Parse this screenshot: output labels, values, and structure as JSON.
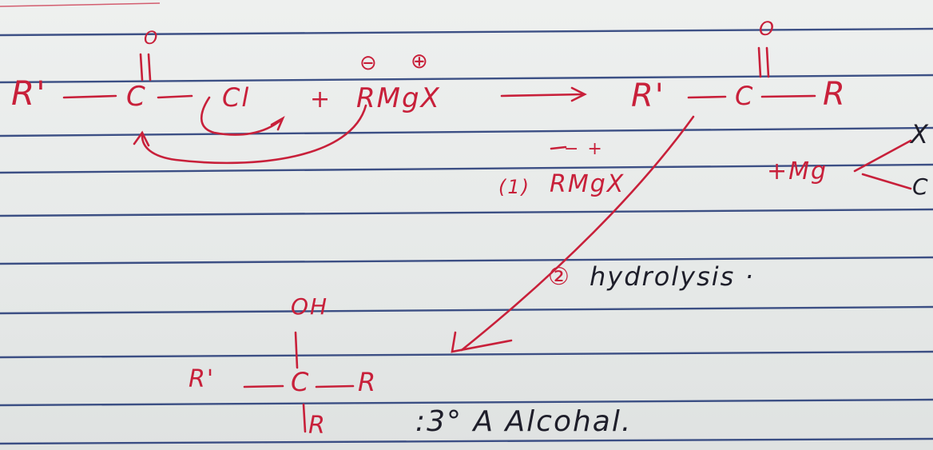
{
  "colors": {
    "ink_red": "#c8203a",
    "ink_dark": "#1e1e2a",
    "rule_blue": "#2a3f7a",
    "paper": "#e9ebea"
  },
  "reactant": {
    "r1": "R'",
    "carbon": "C",
    "oxygen": "O",
    "leaving": "Cl",
    "plus": "+",
    "grignard": "RMgX",
    "neg": "⊖",
    "pos": "⊕"
  },
  "arrow_label": "→",
  "product_ketone": {
    "r1": "R'",
    "carbon": "C",
    "oxygen": "O",
    "r": "R"
  },
  "byproduct": {
    "text": "+Mg",
    "x": "X",
    "cl": "C"
  },
  "step1": {
    "num": "(1)",
    "reagent": "RMgX",
    "charges": "− +"
  },
  "step2": {
    "num": "②",
    "text": "hydrolysis ·"
  },
  "product_alcohol": {
    "r1": "R'",
    "carbon": "C",
    "r": "R",
    "oh": "OH",
    "r_below": "R"
  },
  "result": {
    "text": ":3° A Alcohal."
  }
}
